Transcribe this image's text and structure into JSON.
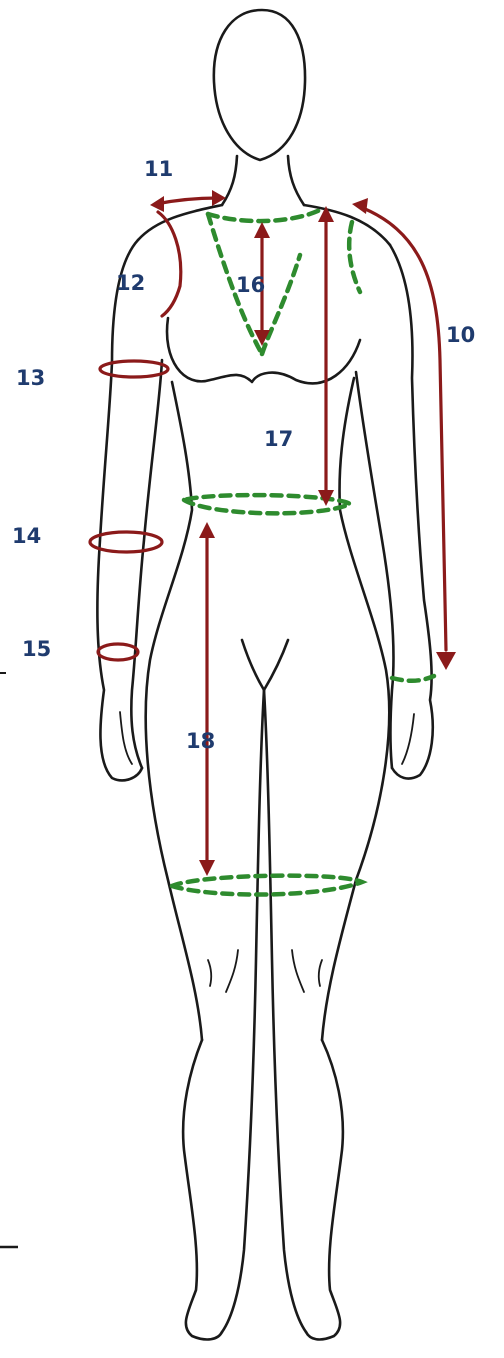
{
  "colors": {
    "outline": "#1a1a1a",
    "length_arrow": "#8b1a1a",
    "circumference": "#2e8b2e",
    "label_text": "#1f3b6e"
  },
  "labels": {
    "m10": "10",
    "m11": "11",
    "m12": "12",
    "m13": "13",
    "m14": "14",
    "m15": "15",
    "m16": "16",
    "m17": "17",
    "m18": "18"
  }
}
